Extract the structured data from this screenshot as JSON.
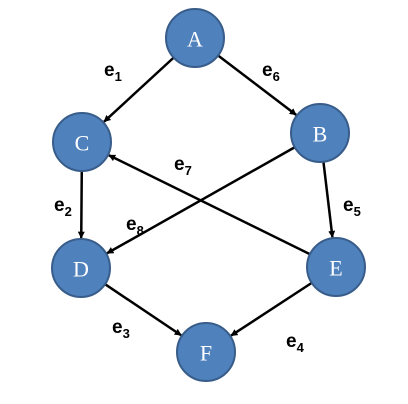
{
  "graph": {
    "nodes": [
      {
        "id": "A",
        "label": "A"
      },
      {
        "id": "B",
        "label": "B"
      },
      {
        "id": "C",
        "label": "C"
      },
      {
        "id": "D",
        "label": "D"
      },
      {
        "id": "E",
        "label": "E"
      },
      {
        "id": "F",
        "label": "F"
      }
    ],
    "edges": [
      {
        "id": "e1",
        "from": "A",
        "to": "C",
        "label": "e",
        "subscript": "1"
      },
      {
        "id": "e6",
        "from": "A",
        "to": "B",
        "label": "e",
        "subscript": "6"
      },
      {
        "id": "e2",
        "from": "C",
        "to": "D",
        "label": "e",
        "subscript": "2"
      },
      {
        "id": "e7",
        "from": "E",
        "to": "C",
        "label": "e",
        "subscript": "7"
      },
      {
        "id": "e8",
        "from": "B",
        "to": "D",
        "label": "e",
        "subscript": "8"
      },
      {
        "id": "e5",
        "from": "B",
        "to": "E",
        "label": "e",
        "subscript": "5"
      },
      {
        "id": "e3",
        "from": "D",
        "to": "F",
        "label": "e",
        "subscript": "3"
      },
      {
        "id": "e4",
        "from": "E",
        "to": "F",
        "label": "e",
        "subscript": "4"
      }
    ],
    "colors": {
      "node_fill": "#4f81bd",
      "node_stroke": "#385d8a",
      "node_text": "#ffffff",
      "edge": "#000000"
    }
  }
}
